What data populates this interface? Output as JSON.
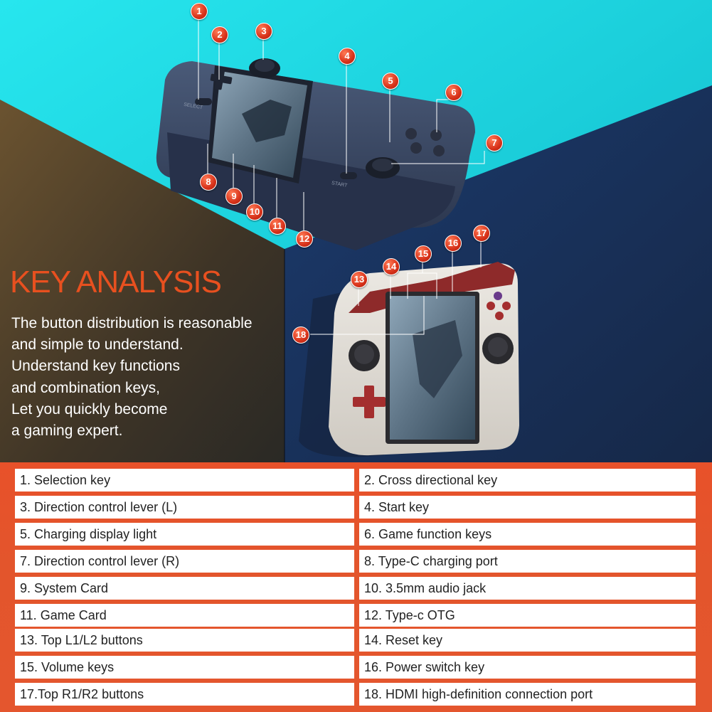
{
  "headline": "KEY ANALYSIS",
  "description": [
    "The button distribution is reasonable",
    "and simple to understand.",
    "Understand key functions",
    "and combination keys,",
    "Let you quickly become",
    "a gaming expert."
  ],
  "device_labels": {
    "select": "SELECT",
    "start": "START"
  },
  "callouts": [
    "1",
    "2",
    "3",
    "4",
    "5",
    "6",
    "7",
    "8",
    "9",
    "10",
    "11",
    "12",
    "13",
    "14",
    "15",
    "16",
    "17",
    "18"
  ],
  "legend": [
    [
      "1. Selection key",
      "2. Cross directional key"
    ],
    [
      "3. Direction control lever (L)",
      "4. Start key"
    ],
    [
      "5. Charging display light",
      "6. Game function keys"
    ],
    [
      "7. Direction control lever (R)",
      "8. Type-C charging port"
    ],
    [
      "9. System Card",
      "10. 3.5mm audio jack"
    ],
    [
      "11. Game Card",
      "12. Type-c OTG"
    ],
    [
      "13. Top L1/L2 buttons",
      "14. Reset key"
    ],
    [
      "15. Volume keys",
      "16. Power switch key"
    ],
    [
      "17.Top R1/R2 buttons",
      "18. HDMI high-definition connection port"
    ]
  ],
  "colors": {
    "accent": "#e8501f",
    "cyan": "#19d6de",
    "navy": "#1c3566",
    "legend_bg": "#e4552c"
  }
}
